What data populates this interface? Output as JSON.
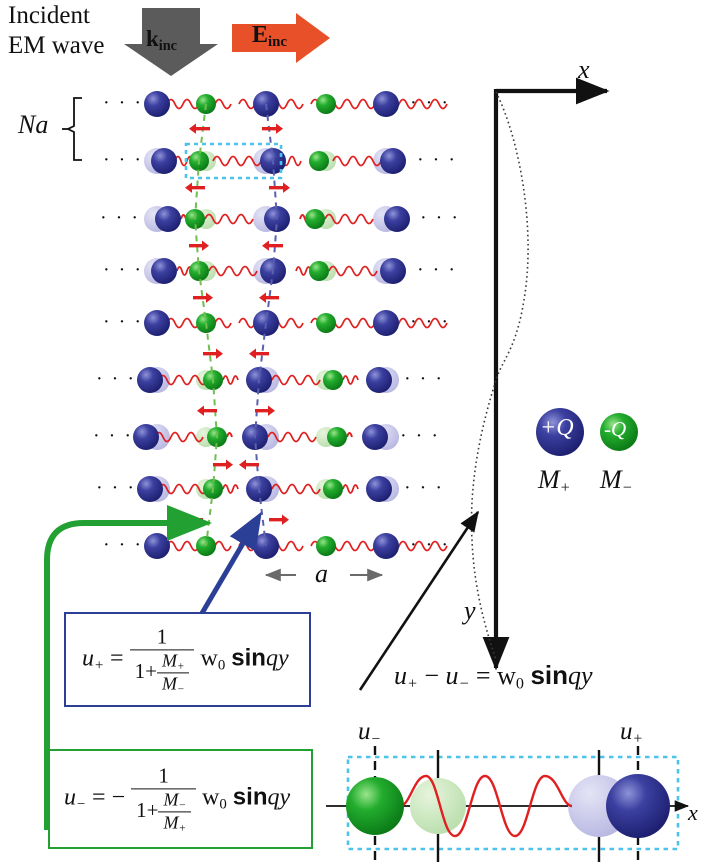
{
  "figure": {
    "type": "physics-schematic",
    "description": "Ionic lattice driven by an incident EM wave; transverse optical phonon displacement pattern"
  },
  "incident": {
    "label_line1": "Incident",
    "label_line2": "EM wave",
    "k_arrow": {
      "symbol": "k",
      "subscript": "inc",
      "color": "#5b5b5b",
      "direction": "down"
    },
    "e_arrow": {
      "symbol": "E",
      "subscript": "inc",
      "color": "#e8502a",
      "direction": "right"
    }
  },
  "lattice": {
    "na_label": "Na",
    "a_label": "a",
    "ellipsis": "· · ·",
    "rows": 9,
    "ions_per_row": 5,
    "row_displacements": [
      0,
      -7,
      -11,
      -7,
      0,
      7,
      11,
      7,
      0
    ],
    "unit_cell_color": "#4cc3e8",
    "spring_color": "#e02020",
    "arrow_color": "#e02020",
    "blue_ion": "#2b2f8f",
    "green_ion": "#17a02a",
    "ghost_blue": "#c3c2e8",
    "ghost_green": "#c3e4b9"
  },
  "axes": {
    "x_label": "x",
    "y_label": "y",
    "envelope": "sine"
  },
  "charges": {
    "positive": {
      "charge_label": "+Q",
      "mass_label": "M",
      "mass_sub": "+",
      "color": "#2b2f8f"
    },
    "negative": {
      "charge_label": "-Q",
      "mass_label": "M",
      "mass_sub": "−",
      "color": "#17a02a"
    }
  },
  "equations": {
    "u_plus": {
      "lhs": "u",
      "lhs_sub": "+",
      "eq": "=",
      "sign": "",
      "num": "1",
      "den_one": "1+",
      "den_frac_num": "M",
      "den_frac_num_sub": "+",
      "den_frac_den": "M",
      "den_frac_den_sub": "−",
      "w": "w",
      "w_sub": "0",
      "trig": "sin",
      "arg": "qy",
      "border_color": "#2b3f96"
    },
    "u_minus": {
      "lhs": "u",
      "lhs_sub": "−",
      "eq": "=",
      "sign": "−",
      "num": "1",
      "den_one": "1+",
      "den_frac_num": "M",
      "den_frac_num_sub": "−",
      "den_frac_den": "M",
      "den_frac_den_sub": "+",
      "w": "w",
      "w_sub": "0",
      "trig": "sin",
      "arg": "qy",
      "border_color": "#22a032"
    },
    "difference": {
      "lhs_a": "u",
      "lhs_a_sub": "+",
      "minus": "−",
      "lhs_b": "u",
      "lhs_b_sub": "−",
      "eq": "=",
      "w": "w",
      "w_sub": "0",
      "trig": "sin",
      "arg": "qy"
    }
  },
  "inset": {
    "u_minus_label": "u",
    "u_minus_sub": "−",
    "u_plus_label": "u",
    "u_plus_sub": "+",
    "x_label": "x",
    "box_color": "#4cc3e8",
    "wave_color": "#e02020"
  }
}
